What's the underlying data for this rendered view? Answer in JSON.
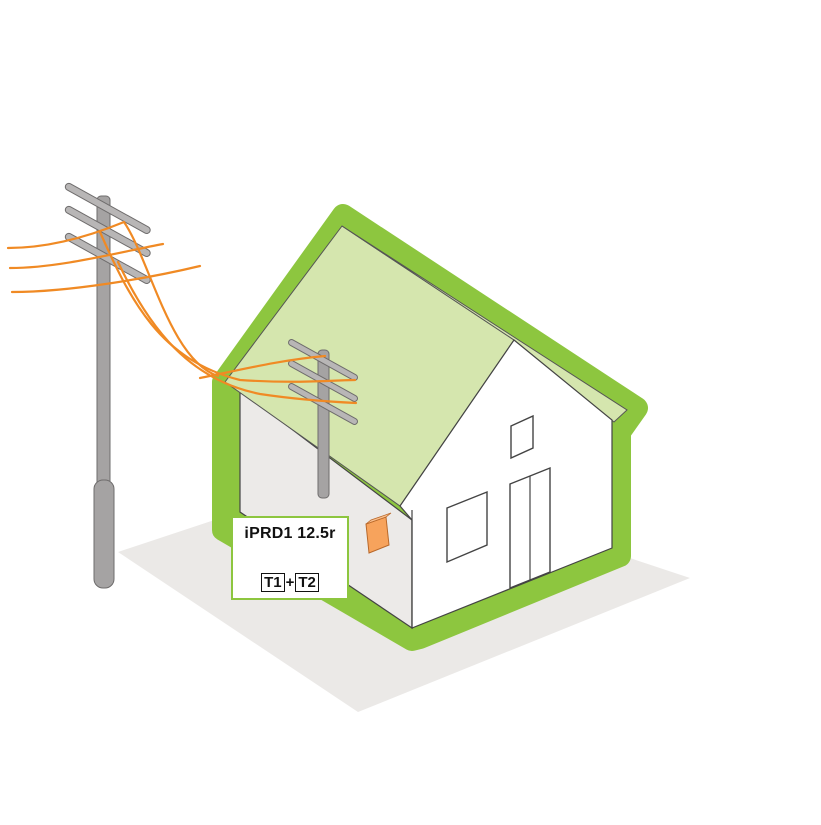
{
  "device": {
    "label": "iPRD1 12.5r",
    "types": [
      "T1",
      "T2"
    ],
    "separator": "+"
  },
  "colors": {
    "roof_outline": "#8dc63f",
    "roof_fill": "#d5e6ae",
    "wall": "#ffffff",
    "wall_shadow": "#eceae8",
    "ground": "#ebe9e7",
    "pole": "#a5a3a3",
    "wire": "#f08a24",
    "surge_device": "#f7a35c"
  },
  "icons": [
    "utility-pole-icon",
    "house-icon",
    "surge-protector-icon"
  ]
}
